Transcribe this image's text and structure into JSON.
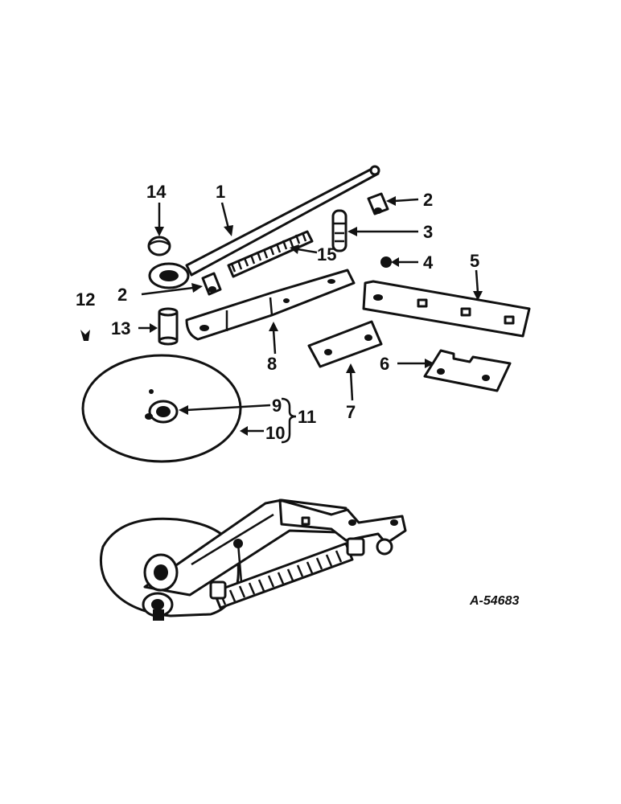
{
  "drawing_id": "A-54683",
  "callouts": {
    "c1": "1",
    "c2a": "2",
    "c2b": "2",
    "c3": "3",
    "c4": "4",
    "c5": "5",
    "c6": "6",
    "c7": "7",
    "c8": "8",
    "c9": "9",
    "c10": "10",
    "c11": "11",
    "c12": "12",
    "c13": "13",
    "c14": "14",
    "c15": "15"
  },
  "colors": {
    "ink": "#111111",
    "paper": "#ffffff"
  }
}
